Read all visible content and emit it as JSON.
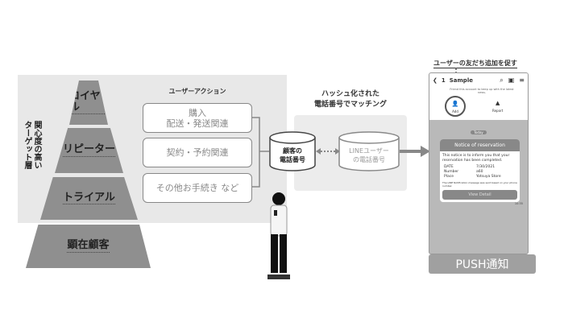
{
  "pyramid": {
    "side_label": "関心度の高い\nターゲット層",
    "tiers": [
      "ロイヤル",
      "リピーター",
      "トライアル",
      "顕在顧客"
    ]
  },
  "actions": {
    "title": "ユーザーアクション",
    "items": [
      "購入\n配送・発送関連",
      "契約・予約関連",
      "その他お手続き など"
    ]
  },
  "matching": {
    "title": "ハッシュ化された\n電話番号でマッチング",
    "customer_db": "顧客の\n電話番号",
    "line_db": "LINEユーザー\nの電話番号"
  },
  "phone": {
    "top_note": "ユーザーの友だち追加を促す",
    "account": "Sample",
    "back": "1",
    "intro": "Friend this account to keep up with the latest news.",
    "add": "Add",
    "report": "Report",
    "date_chip": "Today",
    "card": {
      "title": "Notice of reservation",
      "body": "This notice is to inform you that your reservation has been completed.",
      "rows": [
        [
          "DATE",
          "7/30/2021"
        ],
        [
          "Number",
          "a60"
        ],
        [
          "Place",
          "Yotsuya Store"
        ]
      ],
      "footnote": "The LINE Notification message was sent based on your phone number.",
      "button": "View Detail"
    },
    "time": "10:35"
  },
  "push_label": "PUSH通知",
  "colors": {
    "tier": "#8f8f8f",
    "panel": "#e8e8e8",
    "push": "#a0a0a0"
  }
}
